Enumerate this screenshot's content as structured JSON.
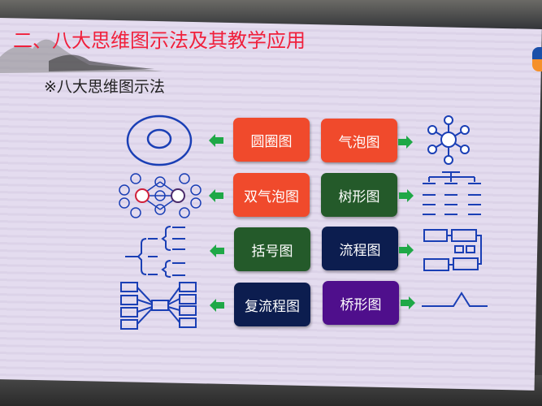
{
  "slide": {
    "title": "二、八大思维图示法及其教学应用",
    "subtitle": "※八大思维图示法",
    "maps": [
      {
        "label": "圆圈图",
        "color": "#f04a2c",
        "icon": "circle-map-icon"
      },
      {
        "label": "气泡图",
        "color": "#f04a2c",
        "icon": "bubble-map-icon"
      },
      {
        "label": "双气泡图",
        "color": "#f04a2c",
        "icon": "double-bubble-map-icon"
      },
      {
        "label": "树形图",
        "color": "#245a2a",
        "icon": "tree-map-icon"
      },
      {
        "label": "括号图",
        "color": "#245a2a",
        "icon": "brace-map-icon"
      },
      {
        "label": "流程图",
        "color": "#0c1d4f",
        "icon": "flow-map-icon"
      },
      {
        "label": "复流程图",
        "color": "#0c1d4f",
        "icon": "multi-flow-map-icon"
      },
      {
        "label": "桥形图",
        "color": "#4f0f8c",
        "icon": "bridge-map-icon"
      }
    ],
    "arrow_color": "#1fa847",
    "icon_color": "#1a3fb5"
  }
}
